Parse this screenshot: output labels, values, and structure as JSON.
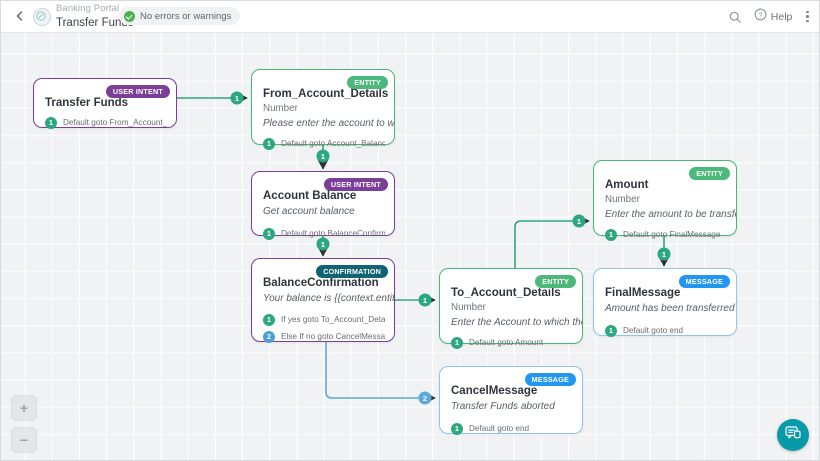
{
  "header": {
    "back_icon": "back-chevron-icon",
    "portal_icon": "portal-avatar-icon",
    "breadcrumb_parent": "Banking Portal",
    "breadcrumb_current": "Transfer Funds",
    "status": {
      "icon": "check-circle-icon",
      "text": "No errors or warnings"
    },
    "search_icon": "search-icon",
    "help_icon": "question-circle-icon",
    "help_label": "Help",
    "menu_icon": "kebab-menu-icon"
  },
  "canvas": {
    "zoom_in_label": "+",
    "zoom_out_label": "−",
    "zoom_in_icon": "plus-icon",
    "zoom_out_icon": "minus-icon",
    "chat_icon": "chat-bubble-icon"
  },
  "colors": {
    "intent": "#7b3f98",
    "entity": "#4cb97a",
    "confirmation": "#0f6372",
    "message": "#2196f3",
    "connector_green": "#2da77f",
    "connector_blue": "#4a9fd8",
    "accent_teal": "#089aa8",
    "canvas_bg": "#f1f2f3"
  },
  "nodes": [
    {
      "id": "transfer-funds",
      "badge": "USER INTENT",
      "type": "intent",
      "title": "Transfer Funds",
      "subtype": "",
      "prompt": "",
      "connections": [
        {
          "num": "1",
          "color": "g",
          "text": "Default goto From_Account_Details"
        }
      ]
    },
    {
      "id": "from-account-details",
      "badge": "ENTITY",
      "type": "entity",
      "title": "From_Account_Details",
      "subtype": "Number",
      "prompt": "Please enter the account to whic...",
      "connections": [
        {
          "num": "1",
          "color": "g",
          "text": "Default goto Account_Balance"
        }
      ]
    },
    {
      "id": "account-balance",
      "badge": "USER INTENT",
      "type": "intent",
      "title": "Account Balance",
      "subtype": "",
      "prompt": "Get account balance",
      "connections": [
        {
          "num": "1",
          "color": "g",
          "text": "Default goto BalanceConfirmation"
        }
      ]
    },
    {
      "id": "balance-confirmation",
      "badge": "CONFIRMATION",
      "type": "confirm",
      "title": "BalanceConfirmation",
      "subtype": "",
      "prompt": "Your balance is {{context.entities...",
      "connections": [
        {
          "num": "1",
          "color": "g",
          "text": "If yes goto To_Account_Details"
        },
        {
          "num": "2",
          "color": "b",
          "text": "Else If no goto CancelMessage"
        }
      ]
    },
    {
      "id": "to-account-details",
      "badge": "ENTITY",
      "type": "entity",
      "title": "To_Account_Details",
      "subtype": "Number",
      "prompt": "Enter the Account to which the ...",
      "connections": [
        {
          "num": "1",
          "color": "g",
          "text": "Default goto Amount"
        }
      ]
    },
    {
      "id": "amount",
      "badge": "ENTITY",
      "type": "entity",
      "title": "Amount",
      "subtype": "Number",
      "prompt": "Enter the amount to be transferr...",
      "connections": [
        {
          "num": "1",
          "color": "g",
          "text": "Default goto FinalMessage"
        }
      ]
    },
    {
      "id": "final-message",
      "badge": "MESSAGE",
      "type": "message",
      "title": "FinalMessage",
      "subtype": "",
      "prompt": "Amount has been transferred",
      "connections": [
        {
          "num": "1",
          "color": "g",
          "text": "Default goto end"
        }
      ]
    },
    {
      "id": "cancel-message",
      "badge": "MESSAGE",
      "type": "message",
      "title": "CancelMessage",
      "subtype": "",
      "prompt": "Transfer Funds aborted",
      "connections": [
        {
          "num": "1",
          "color": "g",
          "text": "Default goto end"
        }
      ]
    }
  ],
  "edge_labels": [
    {
      "num": "1",
      "color": "g"
    },
    {
      "num": "1",
      "color": "g"
    },
    {
      "num": "1",
      "color": "g"
    },
    {
      "num": "1",
      "color": "g"
    },
    {
      "num": "1",
      "color": "g"
    },
    {
      "num": "1",
      "color": "g"
    },
    {
      "num": "2",
      "color": "b"
    }
  ]
}
